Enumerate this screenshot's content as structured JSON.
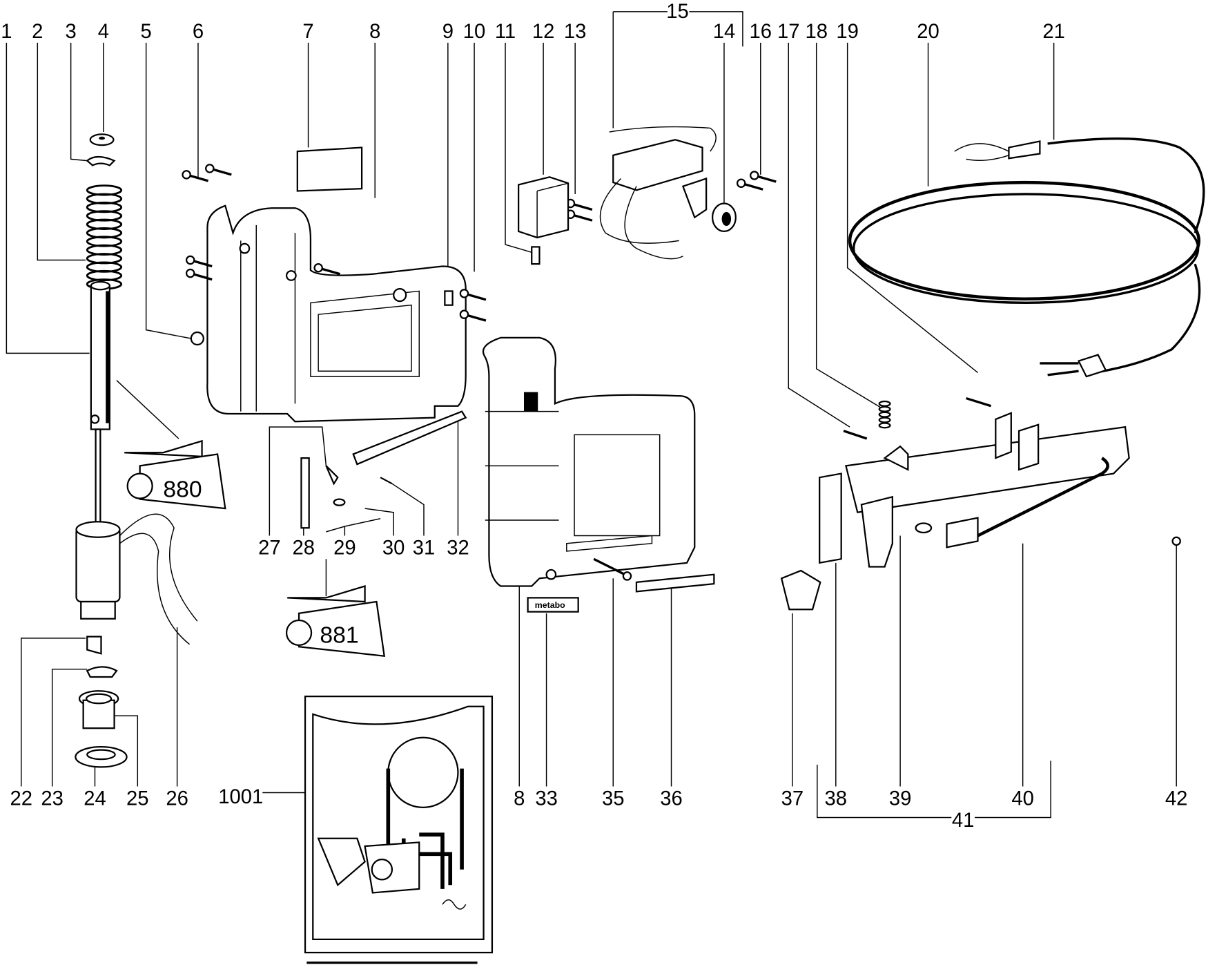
{
  "diagram": {
    "type": "exploded-parts-diagram",
    "labels_top": [
      "1",
      "2",
      "3",
      "4",
      "5",
      "6",
      "7",
      "8",
      "9",
      "10",
      "11",
      "12",
      "13",
      "14",
      "15",
      "16",
      "17",
      "18",
      "19",
      "20",
      "21"
    ],
    "labels_bottom": [
      "22",
      "23",
      "24",
      "25",
      "26",
      "27",
      "28",
      "29",
      "30",
      "31",
      "32",
      "8",
      "33",
      "35",
      "36",
      "37",
      "38",
      "39",
      "40",
      "42",
      "41",
      "1001"
    ],
    "tube_labels": {
      "grease_1": "880",
      "grease_2": "881"
    },
    "logo_text": "metabo"
  }
}
